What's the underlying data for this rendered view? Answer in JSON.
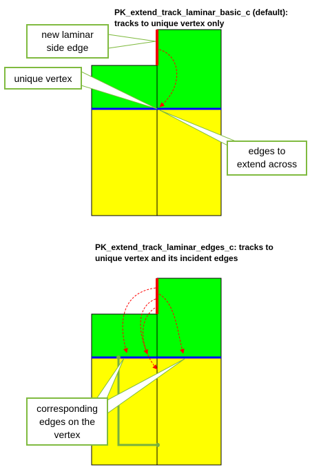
{
  "top": {
    "title_line1": "PK_extend_track_laminar_basic_c (default):",
    "title_line2": "tracks to unique vertex only",
    "callout_new_edge": [
      "new laminar",
      "side edge"
    ],
    "callout_vertex": [
      "unique vertex"
    ],
    "callout_edges": [
      "edges to",
      "extend across"
    ]
  },
  "bottom": {
    "title_line1": "PK_extend_track_laminar_edges_c: tracks to",
    "title_line2": "unique vertex and its incident edges",
    "callout_corresponding": [
      "corresponding",
      "edges on the",
      "vertex"
    ]
  },
  "colors": {
    "green_face": "#00ff00",
    "yellow_face": "#ffff00",
    "edge_blue": "#0000ff",
    "laminar_red": "#ee0000",
    "track_arrow": "#ff0000",
    "highlight_edge": "#77b040",
    "callout_border": "#7fba3f"
  }
}
